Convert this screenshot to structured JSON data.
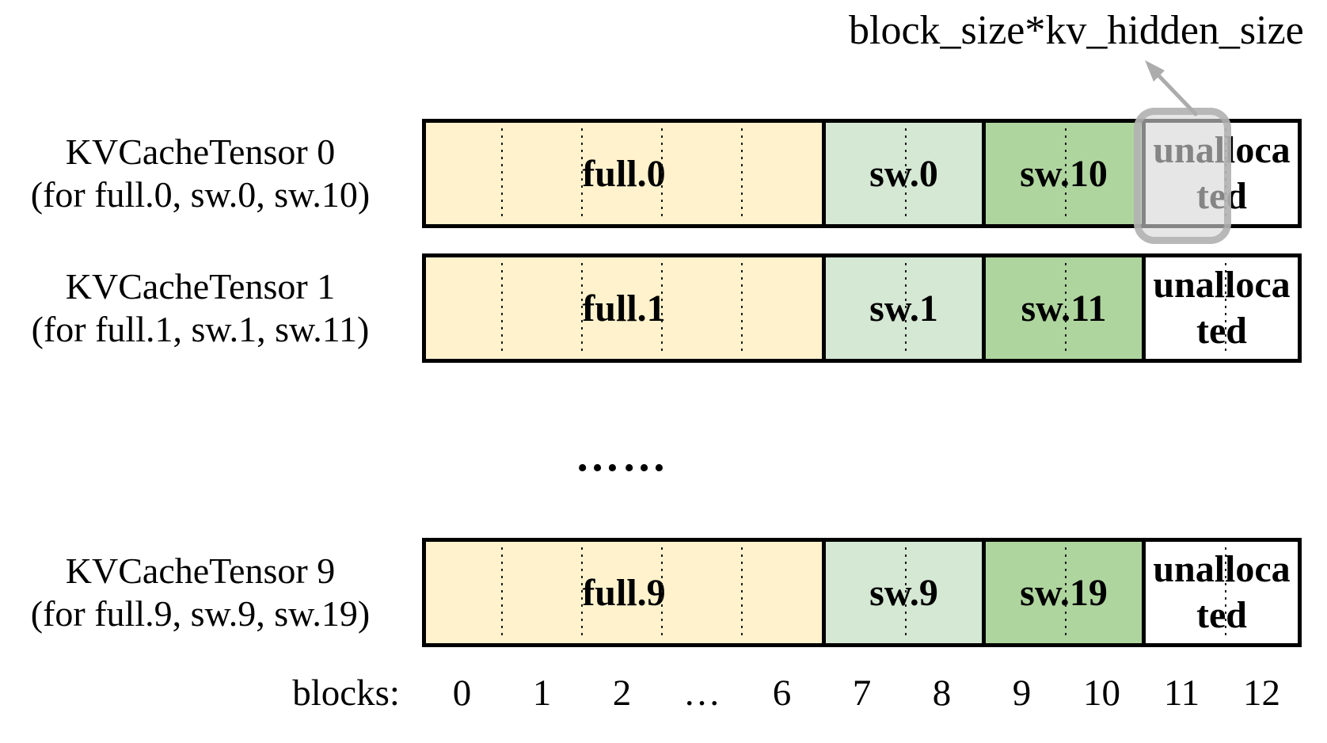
{
  "title": "block_size*kv_hidden_size",
  "separator": "……",
  "rows": [
    {
      "name": "KVCacheTensor 0",
      "scope": "(for full.0, sw.0, sw.10)",
      "full": "full.0",
      "sw_light": "sw.0",
      "sw_dark": "sw.10",
      "unallocated": "unallocated"
    },
    {
      "name": "KVCacheTensor 1",
      "scope": "(for full.1, sw.1, sw.11)",
      "full": "full.1",
      "sw_light": "sw.1",
      "sw_dark": "sw.11",
      "unallocated": "unallocated"
    },
    {
      "name": "KVCacheTensor 9",
      "scope": "(for full.9, sw.9, sw.19)",
      "full": "full.9",
      "sw_light": "sw.9",
      "sw_dark": "sw.19",
      "unallocated": "unallocated"
    }
  ],
  "blocks": {
    "label": "blocks:",
    "ticks": [
      "0",
      "1",
      "2",
      "…",
      "6",
      "7",
      "8",
      "9",
      "10",
      "11",
      "12"
    ]
  },
  "colors": {
    "full-bg": "#FFF2CC",
    "sw-light-bg": "#D5E8D4",
    "sw-dark-bg": "#AFD59E",
    "unallocated-bg": "#FFFFFF",
    "border": "#000000",
    "highlight-gray": "#ACACAC",
    "arrow-gray": "#ACACAC"
  }
}
